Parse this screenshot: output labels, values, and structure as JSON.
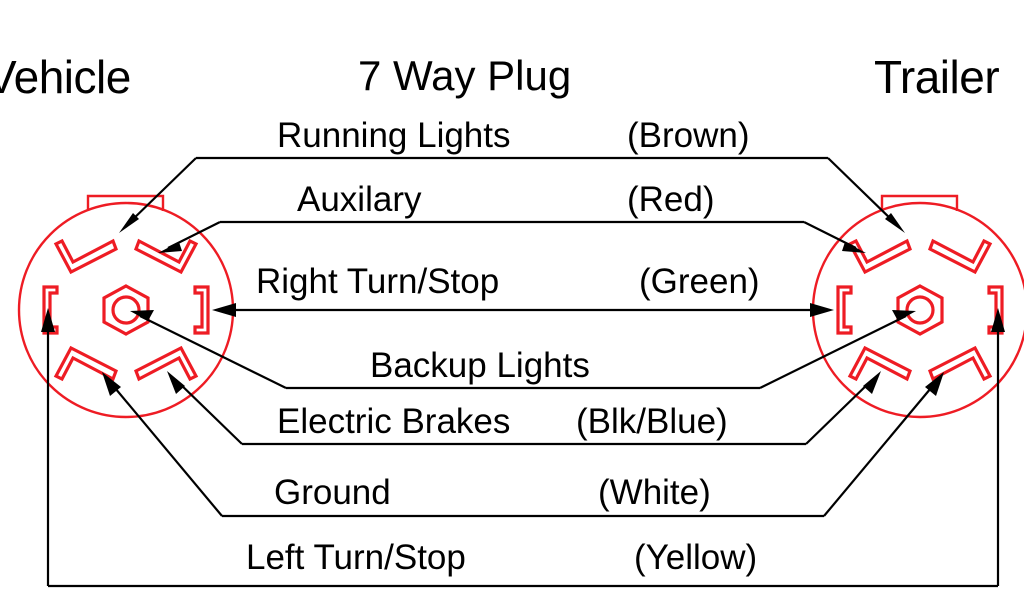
{
  "diagram": {
    "title": "7 Way Plug",
    "left_end_label": "Vehicle",
    "right_end_label": "Trailer",
    "accent_color": "#ee1c24",
    "line_color": "#000000",
    "background": "#ffffff",
    "connector_type": "7-pin round trailer connector",
    "pin_count": 7
  },
  "wires": [
    {
      "label": "Running Lights",
      "color_code": "(Brown)",
      "wire_color": "Brown",
      "pin": "upper-left-terminal"
    },
    {
      "label": "Auxilary",
      "color_code": "(Red)",
      "wire_color": "Red",
      "pin": "upper-right-terminal"
    },
    {
      "label": "Right Turn/Stop",
      "color_code": "(Green)",
      "wire_color": "Green",
      "pin": "right-bracket-terminal"
    },
    {
      "label": "Backup Lights",
      "color_code": "",
      "wire_color": "",
      "pin": "center-pin"
    },
    {
      "label": "Electric Brakes",
      "color_code": "(Blk/Blue)",
      "wire_color": "Black/Blue",
      "pin": "lower-right-terminal"
    },
    {
      "label": "Ground",
      "color_code": "(White)",
      "wire_color": "White",
      "pin": "lower-left-terminal"
    },
    {
      "label": "Left Turn/Stop",
      "color_code": "(Yellow)",
      "wire_color": "Yellow",
      "pin": "left-bracket-terminal"
    }
  ]
}
